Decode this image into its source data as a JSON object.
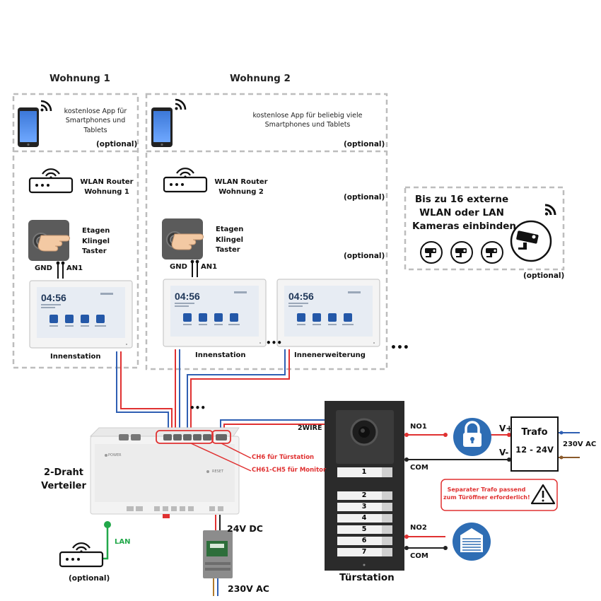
{
  "apartments": [
    {
      "title": "Wohnung 1",
      "app_text": [
        "kostenlose App für",
        "Smartphones und",
        "Tablets"
      ],
      "optional": "(optional)",
      "router": [
        "WLAN Router",
        "Wohnung 1"
      ],
      "button": [
        "Etagen",
        "Klingel",
        "Taster"
      ],
      "gnd": "GND",
      "an1": "AN1",
      "station": "Innenstation"
    },
    {
      "title": "Wohnung 2",
      "app_text": [
        "kostenlose App für beliebig viele",
        "Smartphones und Tablets"
      ],
      "optional": "(optional)",
      "router": [
        "WLAN Router",
        "Wohnung 2"
      ],
      "button": [
        "Etagen",
        "Klingel",
        "Taster"
      ],
      "gnd": "GND",
      "an1": "AN1",
      "station": "Innenstation",
      "extension": "Innenerweiterung",
      "optional_router": "(optional)",
      "optional_button": "(optional)"
    }
  ],
  "monitor": {
    "time": "04:56"
  },
  "cameras": {
    "text": [
      "Bis zu 16 externe",
      "WLAN oder LAN",
      "Kameras einbinden"
    ],
    "optional": "(optional)"
  },
  "distributor": {
    "label": [
      "2-Draht",
      "Verteiler"
    ],
    "ch6": "CH6 für Türstation",
    "ch1_5": "CH61-CH5 für Monitor",
    "power": "POWER",
    "reset": "RESET"
  },
  "lan": {
    "label": "LAN",
    "optional": "(optional)"
  },
  "power_supply": {
    "dc": "24V DC",
    "ac": "230V AC"
  },
  "door_station": {
    "label": "Türstation",
    "wire": "2WIRE",
    "buttons": [
      "1",
      "2",
      "3",
      "4",
      "5",
      "6",
      "7"
    ]
  },
  "relays": {
    "no1": "NO1",
    "com1": "COM",
    "no2": "NO2",
    "com2": "COM"
  },
  "trafo": {
    "title": "Trafo",
    "range": "12 - 24V",
    "vplus": "V+",
    "vminus": "V-",
    "ac": "230V AC"
  },
  "warning": [
    "Separater Trafo passend",
    "zum Türöffner erforderlich!"
  ],
  "ellipsis": "•••",
  "colors": {
    "wire_red": "#e03131",
    "wire_blue": "#2f5fb3",
    "lan_green": "#22a84a",
    "accent_blue": "#2e6db4",
    "dash": "#bdbdbd"
  }
}
